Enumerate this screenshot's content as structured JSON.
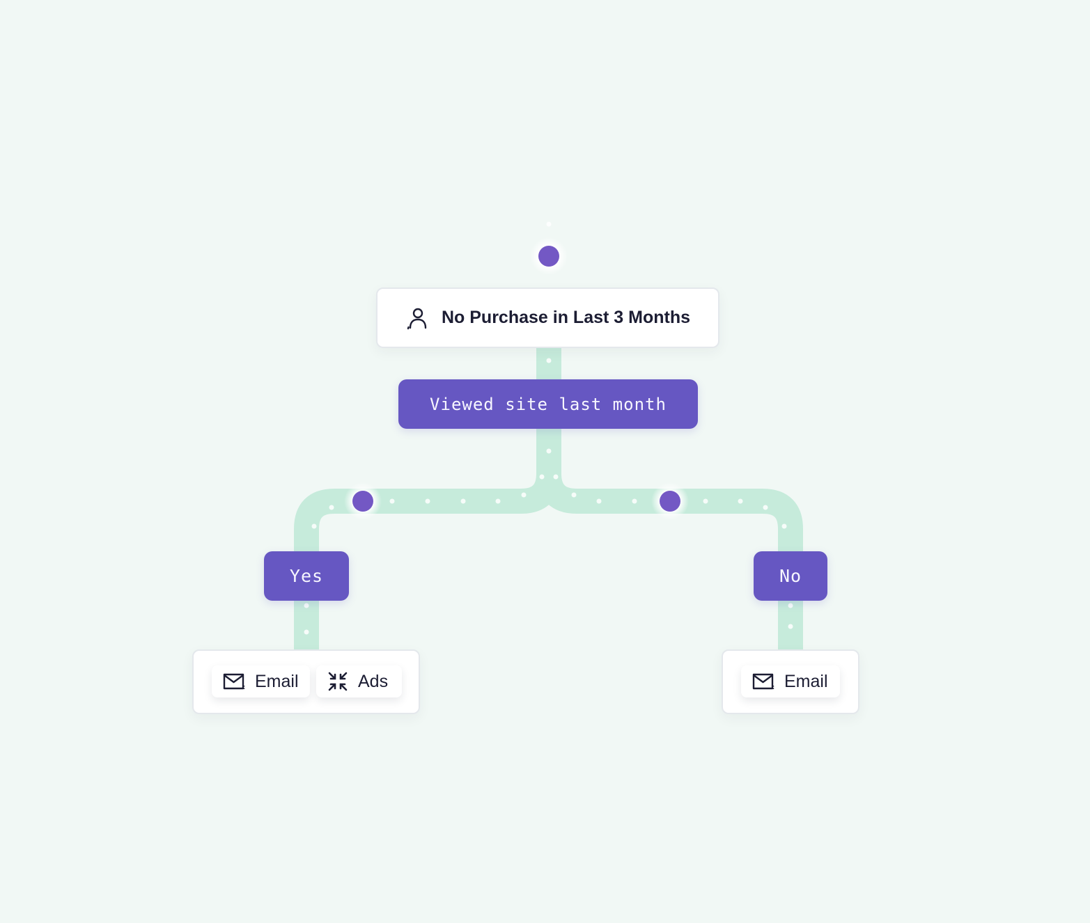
{
  "flow": {
    "segment": {
      "label": "No Purchase in Last 3 Months",
      "icon": "person-icon"
    },
    "condition": {
      "label": "Viewed site last month"
    },
    "branches": {
      "yes": {
        "label": "Yes",
        "actions": [
          {
            "label": "Email",
            "icon": "mail-icon"
          },
          {
            "label": "Ads",
            "icon": "ads-icon"
          }
        ]
      },
      "no": {
        "label": "No",
        "actions": [
          {
            "label": "Email",
            "icon": "mail-icon"
          }
        ]
      }
    }
  },
  "colors": {
    "background": "#f1f8f5",
    "path": "#c6ebdb",
    "accent": "#6657c2",
    "node": "#7358c4",
    "text": "#1c1d33"
  }
}
